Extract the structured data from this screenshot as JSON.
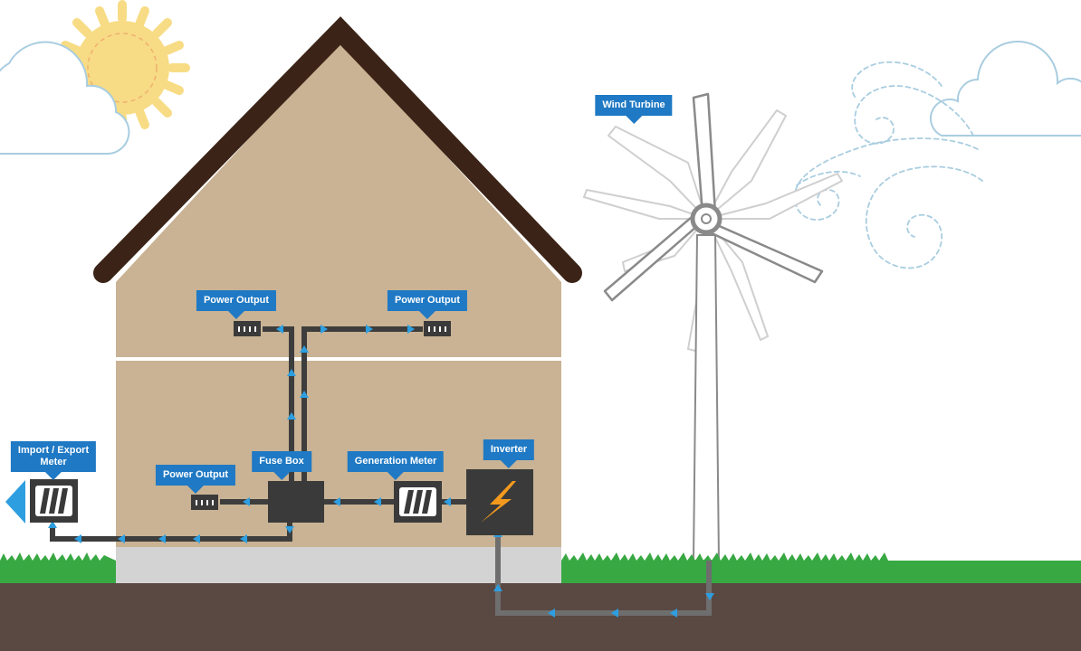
{
  "labels": {
    "wind_turbine": "Wind Turbine",
    "power_output_left": "Power Output",
    "power_output_right": "Power Output",
    "power_output_lower": "Power Output",
    "fuse_box": "Fuse Box",
    "generation_meter": "Generation Meter",
    "inverter": "Inverter",
    "import_export_line1": "Import / Export",
    "import_export_line2": "Meter"
  },
  "colors": {
    "sky": "#ffffff",
    "roof": "#3b2417",
    "wall": "#c9b394",
    "foundation": "#d3d3d3",
    "grass": "#38a843",
    "soil": "#5a4842",
    "cable": "#3d3d3d",
    "underground_cable": "#6e6e6e",
    "flow_arrow": "#2d9ee0",
    "label": "#1f79c4",
    "device": "#3a3a3a",
    "bolt": "#f39a1e",
    "sun": "#f7dc85",
    "cloud_outline": "#a9cde0",
    "wind_swirl": "#a9cde0",
    "turbine": "#8a8a8a"
  },
  "icons": {
    "sun": "sun-icon",
    "cloud": "cloud-icon",
    "wind": "wind-swirl-icon",
    "turbine": "wind-turbine-icon",
    "outlet": "power-outlet-icon",
    "meter": "meter-icon",
    "bolt": "lightning-bolt-icon",
    "export": "export-arrow-icon"
  }
}
